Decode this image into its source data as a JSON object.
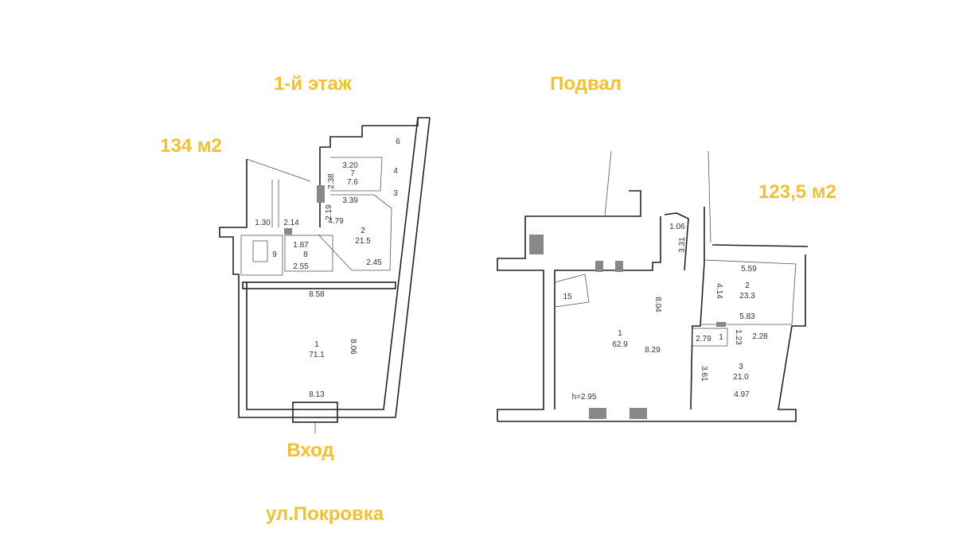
{
  "captions": {
    "floor1_title": "1-й этаж",
    "basement_title": "Подвал",
    "floor1_area": "134 м2",
    "basement_area": "123,5 м2",
    "entrance": "Вход",
    "street": "ул.Покровка"
  },
  "floor1_labels": [
    "6",
    "3.20",
    "7",
    "7.6",
    "2.38",
    "4",
    "3",
    "3.39",
    "2.19",
    "4.79",
    "2",
    "21.5",
    "2.45",
    "1.30",
    "2.14",
    "1.87",
    "8",
    "9",
    "2.55",
    "8.58",
    "1",
    "71.1",
    "8.06",
    "8.13"
  ],
  "basement_labels": [
    "1.06",
    "3.31",
    "5.59",
    "4.14",
    "2",
    "23.3",
    "5.83",
    "8.04",
    "15",
    "1",
    "62.9",
    "8.29",
    "2.79",
    "1",
    "1.23",
    "2.28",
    "3",
    "21.0",
    "3.61",
    "4.97",
    "h=2.95"
  ],
  "colors": {
    "caption": "#F2C12E"
  }
}
